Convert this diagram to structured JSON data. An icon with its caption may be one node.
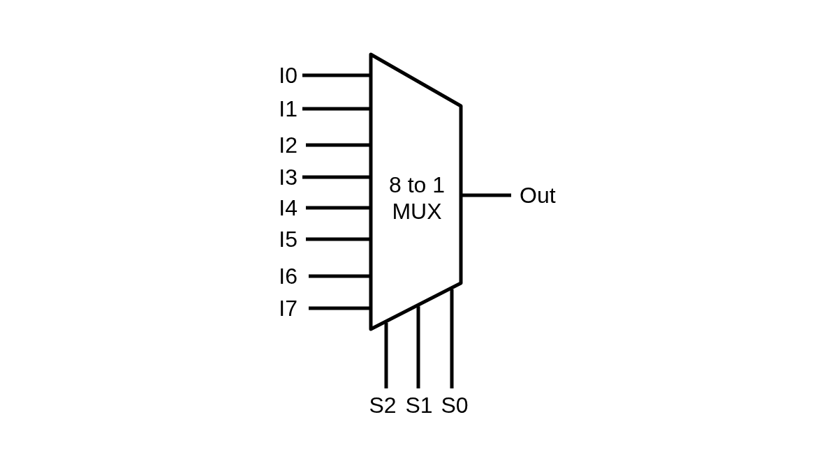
{
  "diagram": {
    "nodes": [
      {
        "text": [
          "I0"
        ]
      },
      {
        "text": [
          "I1"
        ]
      },
      {
        "text": [
          "I2"
        ]
      },
      {
        "text": [
          "I3"
        ]
      },
      {
        "text": [
          "I4"
        ]
      },
      {
        "text": [
          "I5"
        ]
      },
      {
        "text": [
          "I6"
        ]
      },
      {
        "text": [
          "I7"
        ]
      },
      {
        "text": [
          "8 to 1 MUX"
        ]
      },
      {
        "text": [
          "Out"
        ]
      },
      {
        "text": [
          "S2"
        ]
      },
      {
        "text": [
          "S1"
        ]
      },
      {
        "text": [
          "S0"
        ]
      }
    ],
    "edges": [
      {
        "from": 0,
        "to": 8,
        "arrow": "none"
      },
      {
        "from": 1,
        "to": 8,
        "arrow": "none"
      },
      {
        "from": 2,
        "to": 8,
        "arrow": "none"
      },
      {
        "from": 3,
        "to": 8,
        "arrow": "none"
      },
      {
        "from": 4,
        "to": 8,
        "arrow": "none"
      },
      {
        "from": 5,
        "to": 8,
        "arrow": "none"
      },
      {
        "from": 6,
        "to": 8,
        "arrow": "none"
      },
      {
        "from": 7,
        "to": 8,
        "arrow": "none"
      },
      {
        "from": 8,
        "to": 9,
        "arrow": "none"
      },
      {
        "from": 10,
        "to": 8,
        "arrow": "none"
      },
      {
        "from": 11,
        "to": 8,
        "arrow": "none"
      },
      {
        "from": 12,
        "to": 8,
        "arrow": "none"
      }
    ]
  }
}
